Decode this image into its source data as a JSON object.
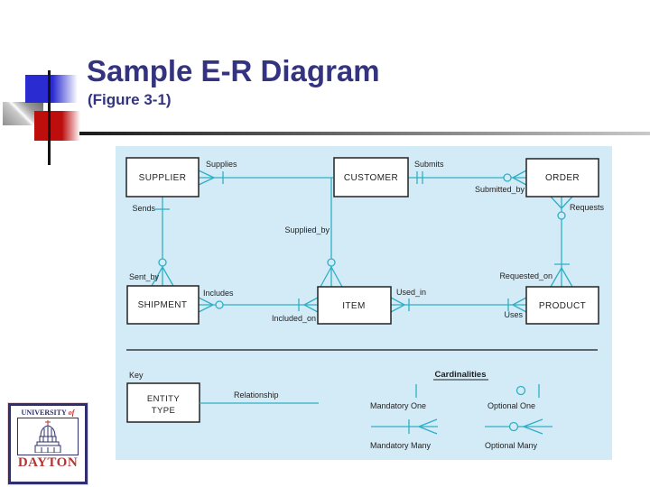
{
  "slide": {
    "title": "Sample E-R Diagram",
    "subtitle": "(Figure 3-1)",
    "title_color": "#333380"
  },
  "diagram": {
    "bg_color": "#d3ebf7",
    "line_color": "#2fafc5",
    "entities": {
      "supplier": "SUPPLIER",
      "customer": "CUSTOMER",
      "order": "ORDER",
      "shipment": "SHIPMENT",
      "item": "ITEM",
      "product": "PRODUCT"
    },
    "relationships": {
      "supplies": "Supplies",
      "submits": "Submits",
      "submitted_by": "Submitted_by",
      "requests": "Requests",
      "requested_on": "Requested_on",
      "sends": "Sends",
      "sent_by": "Sent_by",
      "supplied_by": "Supplied_by",
      "includes": "Includes",
      "included_on": "Included_on",
      "used_in": "Used_in",
      "uses": "Uses"
    },
    "key": {
      "label": "Key",
      "entity_type_line1": "ENTITY",
      "entity_type_line2": "TYPE",
      "relationship": "Relationship",
      "cardinalities_title": "Cardinalities",
      "mandatory_one": "Mandatory One",
      "optional_one": "Optional One",
      "mandatory_many": "Mandatory Many",
      "optional_many": "Optional Many"
    }
  },
  "logo": {
    "university": "UNIVERSITY",
    "of": "of",
    "city": "DAYTON"
  }
}
